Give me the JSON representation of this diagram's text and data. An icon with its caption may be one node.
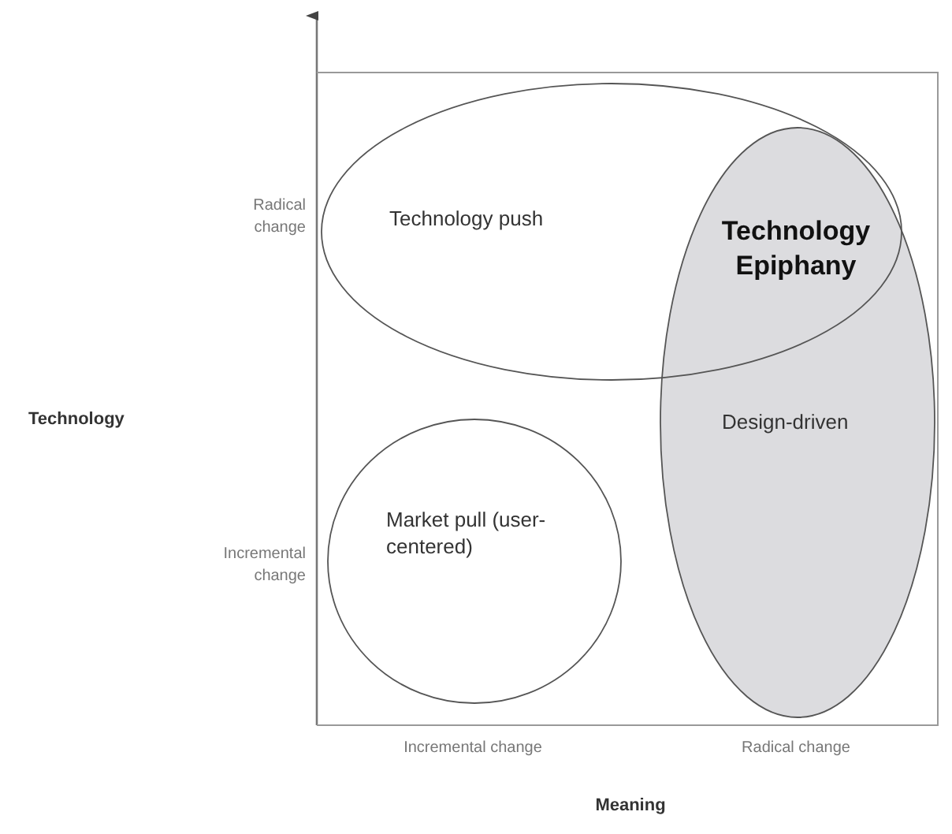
{
  "diagram": {
    "nodes": [
      {
        "text": [
          "Technology push"
        ]
      },
      {
        "text": [
          "Market pull (user-centered)"
        ]
      },
      {
        "text": [
          "Design-driven"
        ]
      }
    ],
    "edges": [],
    "labels": [
      "Radical change",
      "Technology Epiphany",
      "Technology",
      "Incremental change",
      "Incremental change",
      "Radical change",
      "Meaning"
    ]
  }
}
